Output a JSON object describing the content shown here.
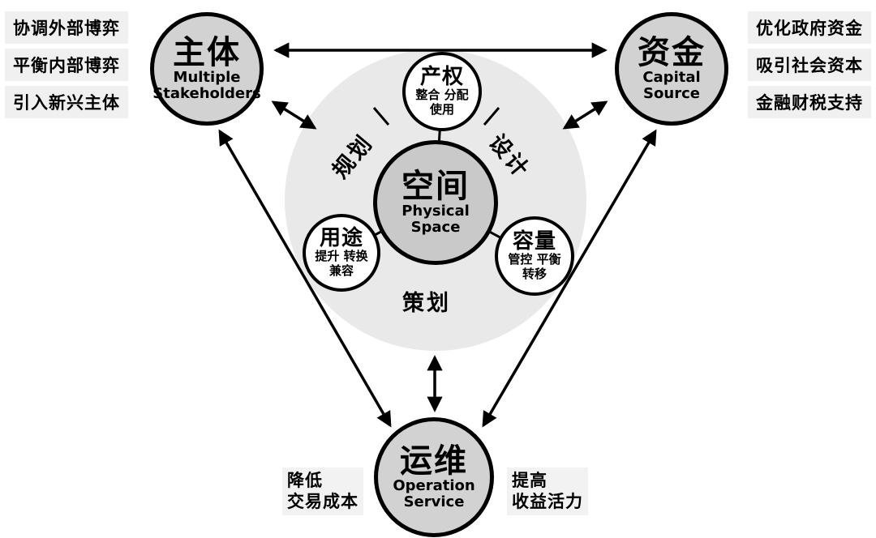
{
  "nodes": {
    "stakeholders": {
      "zh": "主体",
      "en_line1": "Multiple",
      "en_line2": "Stakeholders"
    },
    "capital": {
      "zh": "资金",
      "en_line1": "Capital",
      "en_line2": "Source"
    },
    "operation": {
      "zh": "运维",
      "en_line1": "Operation",
      "en_line2": "Service"
    },
    "space": {
      "zh": "空间",
      "en_line1": "Physical",
      "en_line2": "Space"
    },
    "property_rights": {
      "zh": "产权",
      "sub_line1": "整合 分配",
      "sub_line2": "使用"
    },
    "land_use": {
      "zh": "用途",
      "sub_line1": "提升 转换",
      "sub_line2": "兼容"
    },
    "capacity": {
      "zh": "容量",
      "sub_line1": "管控 平衡",
      "sub_line2": "转移"
    }
  },
  "ring_labels": {
    "upper_left": "规划",
    "upper_right": "设计",
    "bottom": "策划"
  },
  "side_labels": {
    "left": [
      "协调外部博弈",
      "平衡内部博弈",
      "引入新兴主体"
    ],
    "right": [
      "优化政府资金",
      "吸引社会资本",
      "金融财税支持"
    ]
  },
  "bottom_labels": {
    "left_line1": "降低",
    "left_line2": "交易成本",
    "right_line1": "提高",
    "right_line2": "收益活力"
  },
  "colors": {
    "outer_node_fill": "#d2d2d2",
    "space_node_fill": "#c9c9c9",
    "ring_fill": "#e9e9e9",
    "small_node_fill": "#ffffff",
    "label_bg": "#f0f0f0",
    "stroke": "#000000"
  }
}
